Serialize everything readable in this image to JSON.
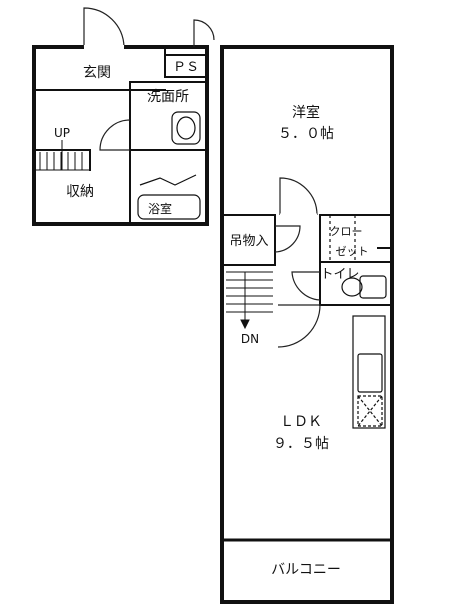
{
  "rooms": {
    "genkan": "玄関",
    "ps": "ＰＳ",
    "senmenjo": "洗面所",
    "up": "UP",
    "shuno": "収納",
    "yokushitsu": "浴室",
    "yoshitsu": "洋室",
    "yoshitsu_size": "５．０帖",
    "closet_1": "クロー",
    "closet_2": "ゼット",
    "tsurimono": "吊物入",
    "toilet": "トイレ",
    "dn": "DN",
    "ldk": "ＬＤＫ",
    "ldk_size": "９．５帖",
    "balcony": "バルコニー"
  }
}
